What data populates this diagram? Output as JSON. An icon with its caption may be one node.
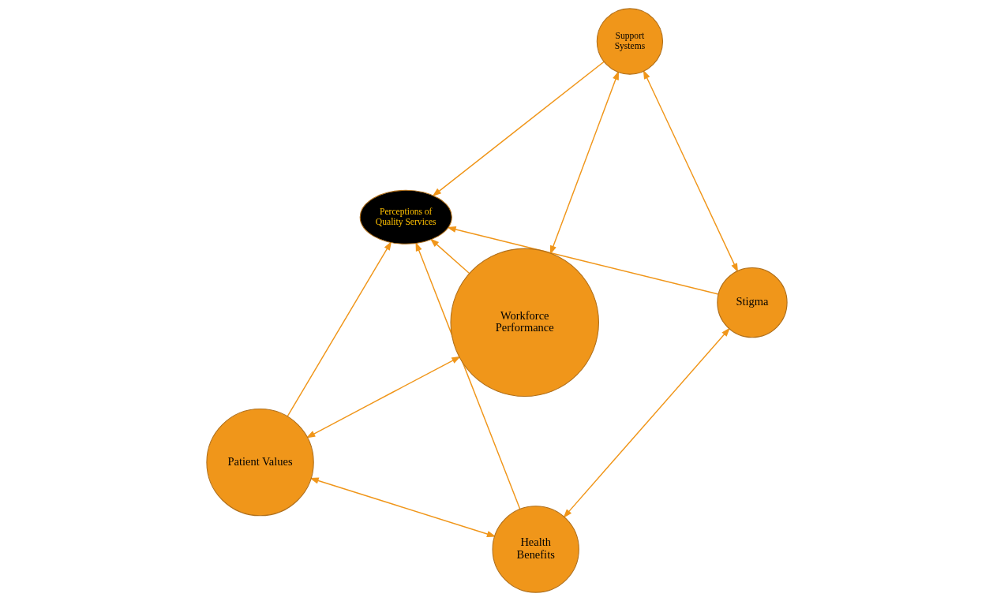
{
  "diagram": {
    "nodes": [
      {
        "text": [
          "Patient Values"
        ]
      },
      {
        "text": [
          "Workforce Performance"
        ]
      },
      {
        "text": [
          "Health Benefits"
        ]
      },
      {
        "text": [
          "Perceptions of Quality Services"
        ]
      },
      {
        "text": [
          "Stigma"
        ]
      },
      {
        "text": [
          "Support Systems"
        ]
      }
    ],
    "edges": [
      {
        "from": 1,
        "to": 0,
        "arrow": "both"
      },
      {
        "from": 0,
        "to": 2,
        "arrow": "both"
      },
      {
        "from": 0,
        "to": 3,
        "arrow": "to"
      },
      {
        "from": 2,
        "to": 3,
        "arrow": "to"
      },
      {
        "from": 1,
        "to": 3,
        "arrow": "to"
      },
      {
        "from": 2,
        "to": 4,
        "arrow": "both"
      },
      {
        "from": 4,
        "to": 3,
        "arrow": "to"
      },
      {
        "from": 5,
        "to": 3,
        "arrow": "to"
      },
      {
        "from": 1,
        "to": 5,
        "arrow": "both"
      },
      {
        "from": 5,
        "to": 4,
        "arrow": "both"
      }
    ]
  }
}
